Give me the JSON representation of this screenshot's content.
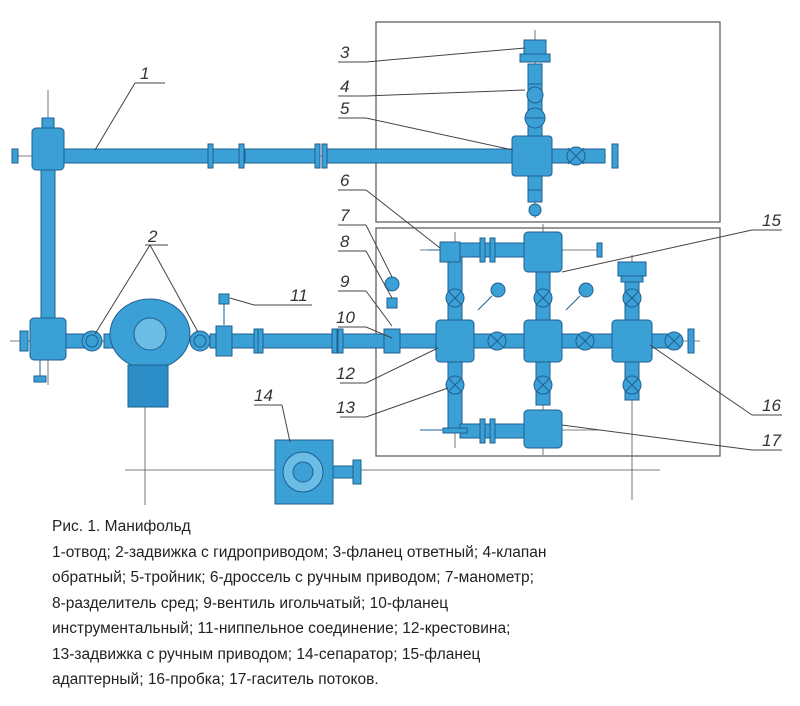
{
  "colors": {
    "pipe": "#3aa0d6",
    "pipe_dark": "#1e6fa8",
    "outline": "#1f5f92",
    "leader": "#444444",
    "centerline": "#555555",
    "frame": "#555555"
  },
  "callouts": [
    "1",
    "2",
    "3",
    "4",
    "5",
    "6",
    "7",
    "8",
    "9",
    "10",
    "11",
    "12",
    "13",
    "14",
    "15",
    "16",
    "17"
  ],
  "caption": {
    "title": "Рис. 1. Манифольд",
    "lines": [
      "1-отвод; 2-задвижка с гидроприводом; 3-фланец ответный; 4-клапан",
      "обратный; 5-тройник; 6-дроссель с ручным приводом; 7-манометр;",
      "8-разделитель сред; 9-вентиль игольчатый; 10-фланец",
      "инструментальный; 11-ниппельное соединение; 12-крестовина;",
      "13-задвижка с ручным приводом; 14-сепаратор; 15-фланец",
      "адаптерный; 16-пробка; 17-гаситель потоков."
    ]
  }
}
